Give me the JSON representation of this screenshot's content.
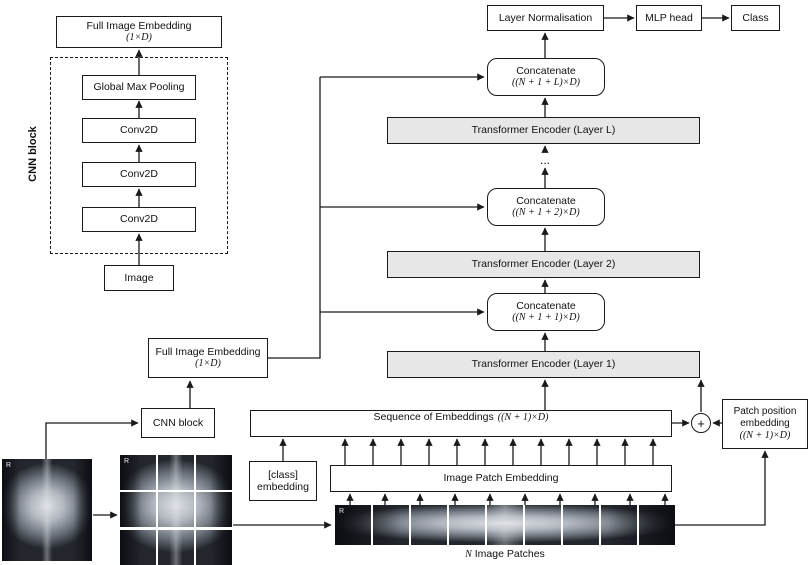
{
  "diagram": {
    "cnn_detail": {
      "output": {
        "title": "Full Image Embedding",
        "dim": "(1×D)"
      },
      "container_label": "CNN block",
      "layers": [
        "Global Max Pooling",
        "Conv2D",
        "Conv2D",
        "Conv2D"
      ],
      "input": "Image"
    },
    "head": {
      "layer_norm": "Layer Normalisation",
      "mlp": "MLP head",
      "class_out": "Class"
    },
    "stack": {
      "concat_top": {
        "title": "Concatenate",
        "dim": "((N + 1 + L)×D)"
      },
      "encoder_top": "Transformer Encoder (Layer L)",
      "dots": "...",
      "concat_mid": {
        "title": "Concatenate",
        "dim": "((N + 1 + 2)×D)"
      },
      "encoder_mid": "Transformer Encoder (Layer 2)",
      "concat_bottom": {
        "title": "Concatenate",
        "dim": "((N + 1 + 1)×D)"
      },
      "encoder_bottom": "Transformer Encoder (Layer 1)"
    },
    "embedding": {
      "sequence_text": "Sequence of Embeddings",
      "sequence_dim": "((N + 1)×D)",
      "plus": "+",
      "patch_position": {
        "line1": "Patch position",
        "line2": "embedding",
        "dim": "((N + 1)×D)"
      },
      "class_token": {
        "line1": "[class]",
        "line2": "embedding"
      },
      "patch_embedding": "Image Patch Embedding",
      "full_image": {
        "title": "Full Image Embedding",
        "dim": "(1×D)"
      },
      "cnn_block": "CNN block"
    },
    "bottom": {
      "patches_label_math": "N",
      "patches_label_text": " Image Patches",
      "xray_marker": "R"
    }
  }
}
